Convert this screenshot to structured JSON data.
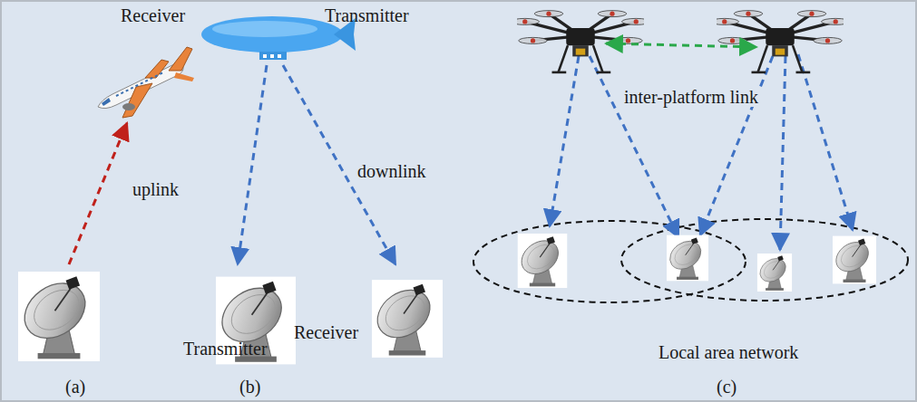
{
  "diagram": {
    "labels": [
      "Receiver",
      "uplink",
      "Transmitter",
      "(a)",
      "Transmitter",
      "downlink",
      "Receiver",
      "(b)",
      "inter-platform link",
      "Local area network",
      "(c)"
    ]
  }
}
